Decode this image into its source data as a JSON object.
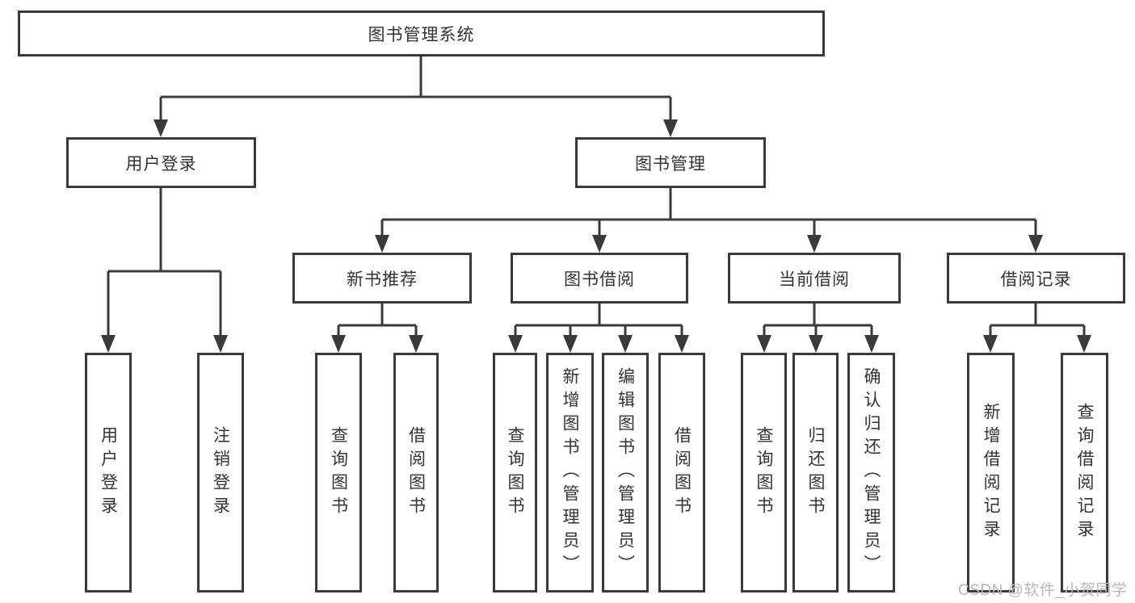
{
  "diagram": {
    "root": {
      "label": "图书管理系统"
    },
    "branches": [
      {
        "label": "用户登录",
        "children": [
          {
            "label": "用户登录"
          },
          {
            "label": "注销登录"
          }
        ]
      },
      {
        "label": "图书管理",
        "groups": [
          {
            "label": "新书推荐",
            "children": [
              {
                "label": "查询图书"
              },
              {
                "label": "借阅图书"
              }
            ]
          },
          {
            "label": "图书借阅",
            "children": [
              {
                "label": "查询图书"
              },
              {
                "label": "新增图书（管理员）"
              },
              {
                "label": "编辑图书（管理员）"
              },
              {
                "label": "借阅图书"
              }
            ]
          },
          {
            "label": "当前借阅",
            "children": [
              {
                "label": "查询图书"
              },
              {
                "label": "归还图书"
              },
              {
                "label": "确认归还（管理员）"
              }
            ]
          },
          {
            "label": "借阅记录",
            "children": [
              {
                "label": "新增借阅记录"
              },
              {
                "label": "查询借阅记录"
              }
            ]
          }
        ]
      }
    ]
  },
  "watermark": {
    "text": "CSDN @软件_小贺同学"
  },
  "colors": {
    "line": "#3a3a3a",
    "box_border": "#3a3a3a",
    "text": "#333333",
    "background": "#ffffff",
    "watermark": "#b5b8bb"
  }
}
